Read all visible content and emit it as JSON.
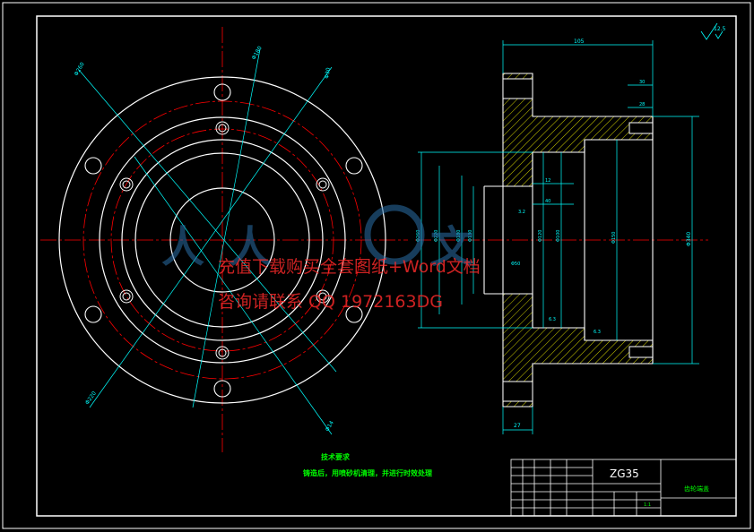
{
  "watermark": {
    "line1": "充值下载购买全套图纸+Word文档",
    "line2": "咨询请联系 QQ 1972163DG"
  },
  "tech_requirements": {
    "title": "技术要求",
    "body": "铸造后，用喷砂机清理，并进行时效处理"
  },
  "title_block": {
    "material": "ZG35",
    "part_name": "齿轮端盖",
    "scale": "1:1"
  },
  "roughness_mark": "12.5",
  "dimensions": {
    "front_view": [
      "Φ260",
      "Φ180",
      "Φ30",
      "Φ220",
      "Φ14"
    ],
    "section_overall_width": "105",
    "section_top_small": "30",
    "section_hole_depth": "28",
    "section_flange_thick": "27",
    "section_mid_a": "12",
    "section_mid_b": "40",
    "section_left_diameters": [
      "Φ260",
      "Φ220",
      "Φ180",
      "Φ130",
      "Φ120",
      "Φ100",
      "Φ150"
    ],
    "section_right_overall": "Φ340",
    "section_misc": [
      "3.2",
      "6.3",
      "6.3",
      "Φ50"
    ]
  },
  "colors": {
    "background": "#000000",
    "outline": "#ffffff",
    "center_line": "#ff0000",
    "dimension": "#00ffff",
    "hatch": "#ffff00",
    "text_green": "#00ff00",
    "watermark_red": "#ff2a2a",
    "watermark_blue": "#2a6fa8"
  }
}
